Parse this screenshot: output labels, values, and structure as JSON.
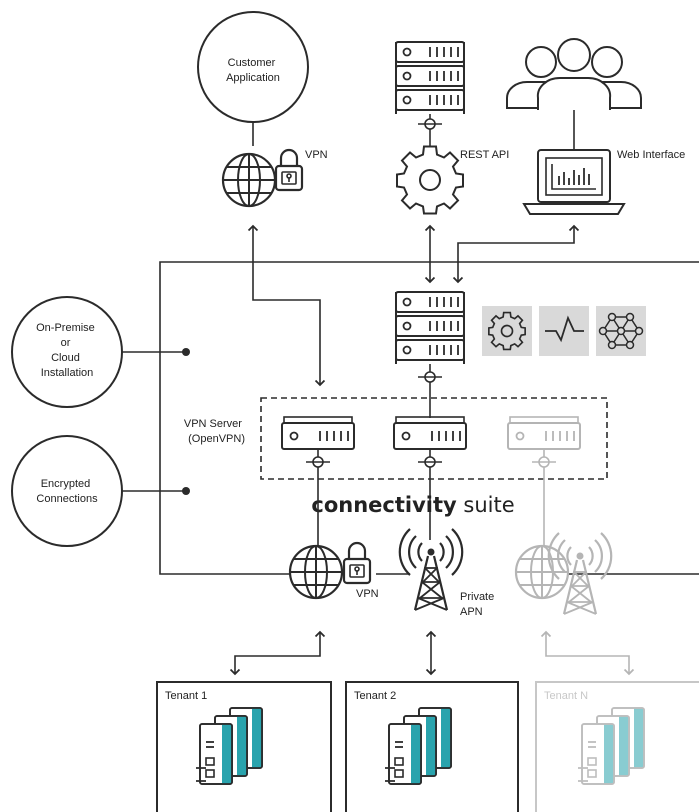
{
  "diagram": {
    "customer_app": "Customer\nApplication",
    "vpn_top": "VPN",
    "rest_api": "REST API",
    "web_interface": "Web Interface",
    "on_premise": "On-Premise\nor\nCloud\nInstallation",
    "encrypted": "Encrypted\nConnections",
    "vpn_server": "VPN Server\n(OpenVPN)",
    "brand_bold": "connectivity",
    "brand_light": " suite",
    "vpn_bottom": "VPN",
    "private_apn": "Private\nAPN",
    "tenants": [
      "Tenant 1",
      "Tenant 2",
      "Tenant N"
    ]
  },
  "colors": {
    "line": "#2b2b2b",
    "faded": "#b5b5b5",
    "icon_tile": "#d9d9d9",
    "accent": "#29a3ad"
  }
}
